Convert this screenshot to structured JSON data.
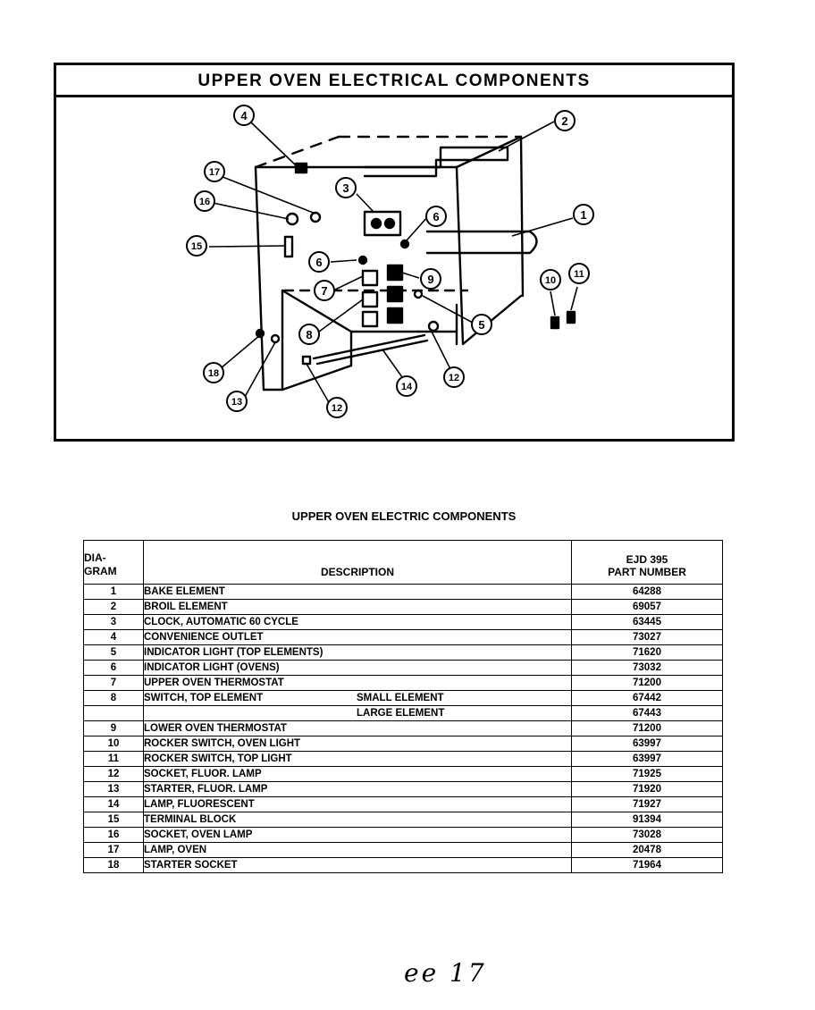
{
  "diagram": {
    "title": "UPPER OVEN ELECTRICAL COMPONENTS",
    "callouts": [
      "1",
      "2",
      "3",
      "4",
      "5",
      "6",
      "6",
      "7",
      "8",
      "9",
      "10",
      "11",
      "12",
      "12",
      "13",
      "14",
      "15",
      "16",
      "17",
      "18"
    ]
  },
  "table": {
    "title": "UPPER OVEN ELECTRIC COMPONENTS",
    "headers": {
      "diagram_line1": "DIA-",
      "diagram_line2": "GRAM",
      "description": "DESCRIPTION",
      "part_line1": "EJD 395",
      "part_line2": "PART NUMBER"
    },
    "rows": [
      {
        "num": "1",
        "desc": "BAKE ELEMENT",
        "sub": "",
        "part": "64288"
      },
      {
        "num": "2",
        "desc": "BROIL ELEMENT",
        "sub": "",
        "part": "69057"
      },
      {
        "num": "3",
        "desc": "CLOCK, AUTOMATIC 60 CYCLE",
        "sub": "",
        "part": "63445"
      },
      {
        "num": "4",
        "desc": "CONVENIENCE OUTLET",
        "sub": "",
        "part": "73027"
      },
      {
        "num": "5",
        "desc": "INDICATOR LIGHT (TOP ELEMENTS)",
        "sub": "",
        "part": "71620"
      },
      {
        "num": "6",
        "desc": "INDICATOR LIGHT (OVENS)",
        "sub": "",
        "part": "73032"
      },
      {
        "num": "7",
        "desc": "UPPER OVEN THERMOSTAT",
        "sub": "",
        "part": "71200"
      },
      {
        "num": "8",
        "desc": "SWITCH, TOP ELEMENT",
        "sub": "SMALL ELEMENT",
        "part": "67442"
      },
      {
        "num": "",
        "desc": "",
        "sub": "LARGE ELEMENT",
        "part": "67443"
      },
      {
        "num": "9",
        "desc": "LOWER OVEN THERMOSTAT",
        "sub": "",
        "part": "71200"
      },
      {
        "num": "10",
        "desc": "ROCKER SWITCH, OVEN LIGHT",
        "sub": "",
        "part": "63997"
      },
      {
        "num": "11",
        "desc": "ROCKER SWITCH, TOP LIGHT",
        "sub": "",
        "part": "63997"
      },
      {
        "num": "12",
        "desc": "SOCKET, FLUOR. LAMP",
        "sub": "",
        "part": "71925"
      },
      {
        "num": "13",
        "desc": "STARTER, FLUOR. LAMP",
        "sub": "",
        "part": "71920"
      },
      {
        "num": "14",
        "desc": "LAMP, FLUORESCENT",
        "sub": "",
        "part": "71927"
      },
      {
        "num": "15",
        "desc": "TERMINAL BLOCK",
        "sub": "",
        "part": "91394"
      },
      {
        "num": "16",
        "desc": "SOCKET, OVEN LAMP",
        "sub": "",
        "part": "73028"
      },
      {
        "num": "17",
        "desc": "LAMP, OVEN",
        "sub": "",
        "part": "20478"
      },
      {
        "num": "18",
        "desc": "STARTER SOCKET",
        "sub": "",
        "part": "71964"
      }
    ]
  },
  "handwriting": "ee 17"
}
